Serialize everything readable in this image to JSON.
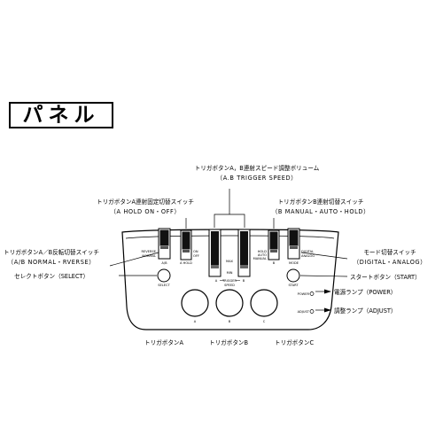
{
  "title": "パネル",
  "callouts": {
    "trigger_speed_volume": "トリガボタンA，B連射スピード調整ボリューム",
    "trigger_speed_volume_en": "（A.B TRIGGER SPEED）",
    "a_hold_switch": "トリガボタンA連射固定切替スイッチ",
    "a_hold_switch_en": "（A HOLD ON・OFF）",
    "b_mode_switch": "トリガボタンB連射切替スイッチ",
    "b_mode_switch_en": "（B MANUAL・AUTO・HOLD）",
    "ab_reverse_switch": "トリガボタンA／B反転切替スイッチ",
    "ab_reverse_switch_en": "（A/B NORMAL・RVERSE）",
    "mode_switch": "モード切替スイッチ",
    "mode_switch_en": "（DIGITAL・ANALOG）",
    "select_button": "セレクトボタン（SELECT）",
    "start_button": "スタートボタン（START）",
    "power_lamp": "電源ランプ（POWER）",
    "adjust_lamp": "調整ランプ（ADJUST）",
    "trigger_a": "トリガボタンA",
    "trigger_b": "トリガボタンB",
    "trigger_c": "トリガボタンC"
  },
  "panel": {
    "reverse": "REVERSE",
    "normal": "NORMAL",
    "ab": "A/B",
    "on": "ON",
    "off": "OFF",
    "a_hold": "A HOLD",
    "max": "MAX",
    "min": "MIN",
    "slider_a": "A",
    "slider_b": "B",
    "trigger": "TRIGGER",
    "speed": "SPEED",
    "hold": "HOLD",
    "auto": "AUTO",
    "manual": "MANUAL",
    "b": "B",
    "digital": "DIGITAL",
    "analog": "ANALOG",
    "mode": "MODE",
    "select": "SELECT",
    "start": "START",
    "power": "POWER",
    "adjust": "ADJUST",
    "btn_a": "A",
    "btn_b": "B",
    "btn_c": "C"
  }
}
